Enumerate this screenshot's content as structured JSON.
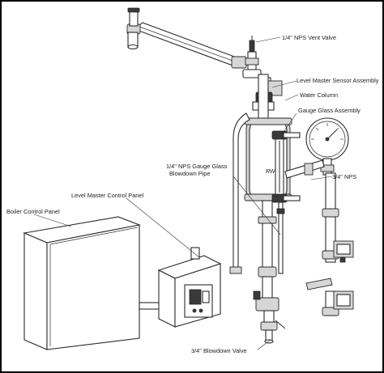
{
  "labels": {
    "vent_valve": "1/4\" NPS Vent Valve",
    "sensor_assembly": "Level Master Sensor Assembly",
    "water_column": "Water Column",
    "gauge_glass_assembly": "Gauge Glass Assembly",
    "gauge_glass_blowdown_line1": "1/4\" NPS Gauge Glass",
    "gauge_glass_blowdown_line2": "Blowdown Pipe",
    "three_quarter_nps": "3/4\" NPS",
    "level_master_control_panel": "Level Master Control Panel",
    "boiler_control_panel": "Boiler Control Panel",
    "blowdown_valve": "3/4\" Blowdown Valve"
  },
  "colors": {
    "line": "#2a2a2a",
    "shade": "#d6d6d6",
    "dark": "#3a3a3a",
    "border": "#000000"
  }
}
